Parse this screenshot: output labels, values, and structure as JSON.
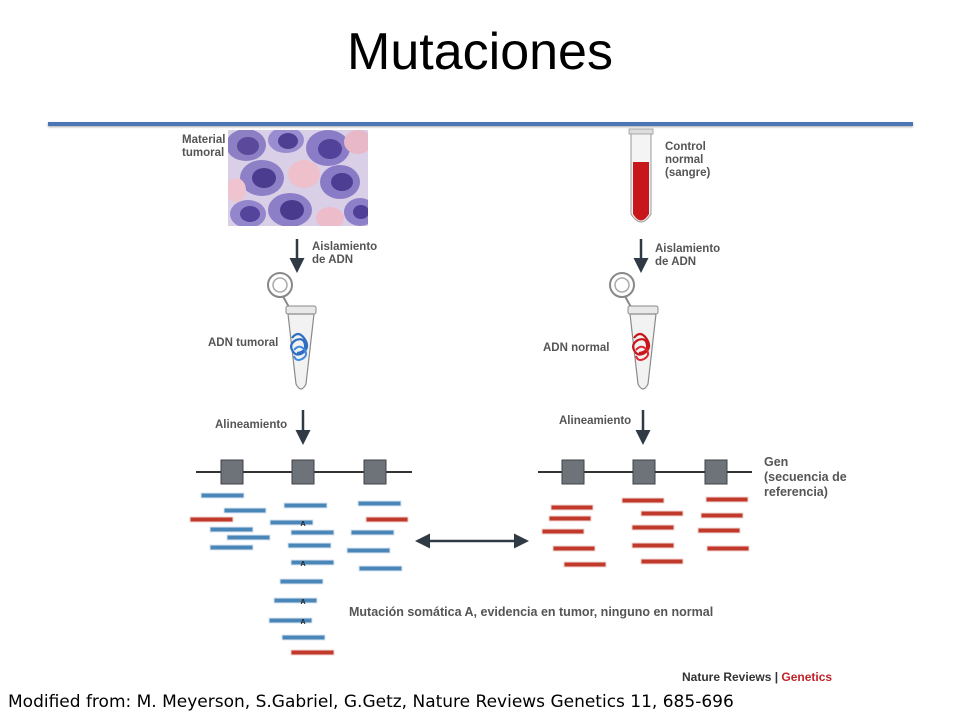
{
  "title": "Mutaciones",
  "labels": {
    "tumor_material": "Material\ntumoral",
    "normal_control": "Control\nnormal\n(sangre)",
    "dna_isolation_left": "Aislamiento\nde ADN",
    "dna_isolation_right": "Aislamiento\nde ADN",
    "tumor_dna": "ADN tumoral",
    "normal_dna": "ADN normal",
    "alignment_left": "Alineamiento",
    "alignment_right": "Alineamiento",
    "gene": "Gen\n(secuencia de\nreferencia)",
    "mutation_note": "Mutación somática A, evidencia en tumor, ninguno en normal",
    "base": "A"
  },
  "publisher": {
    "part1": "Nature Reviews",
    "separator": " | ",
    "part2": "Genetics"
  },
  "credit": "Modified from: M. Meyerson, S.Gabriel, G.Getz, Nature Reviews Genetics 11, 685-696",
  "colors": {
    "rule": "#4a76b3",
    "read_blue": "#4b86b8",
    "read_red": "#c0392b",
    "blood": "#c8161d",
    "arrow": "#2f3a44"
  }
}
